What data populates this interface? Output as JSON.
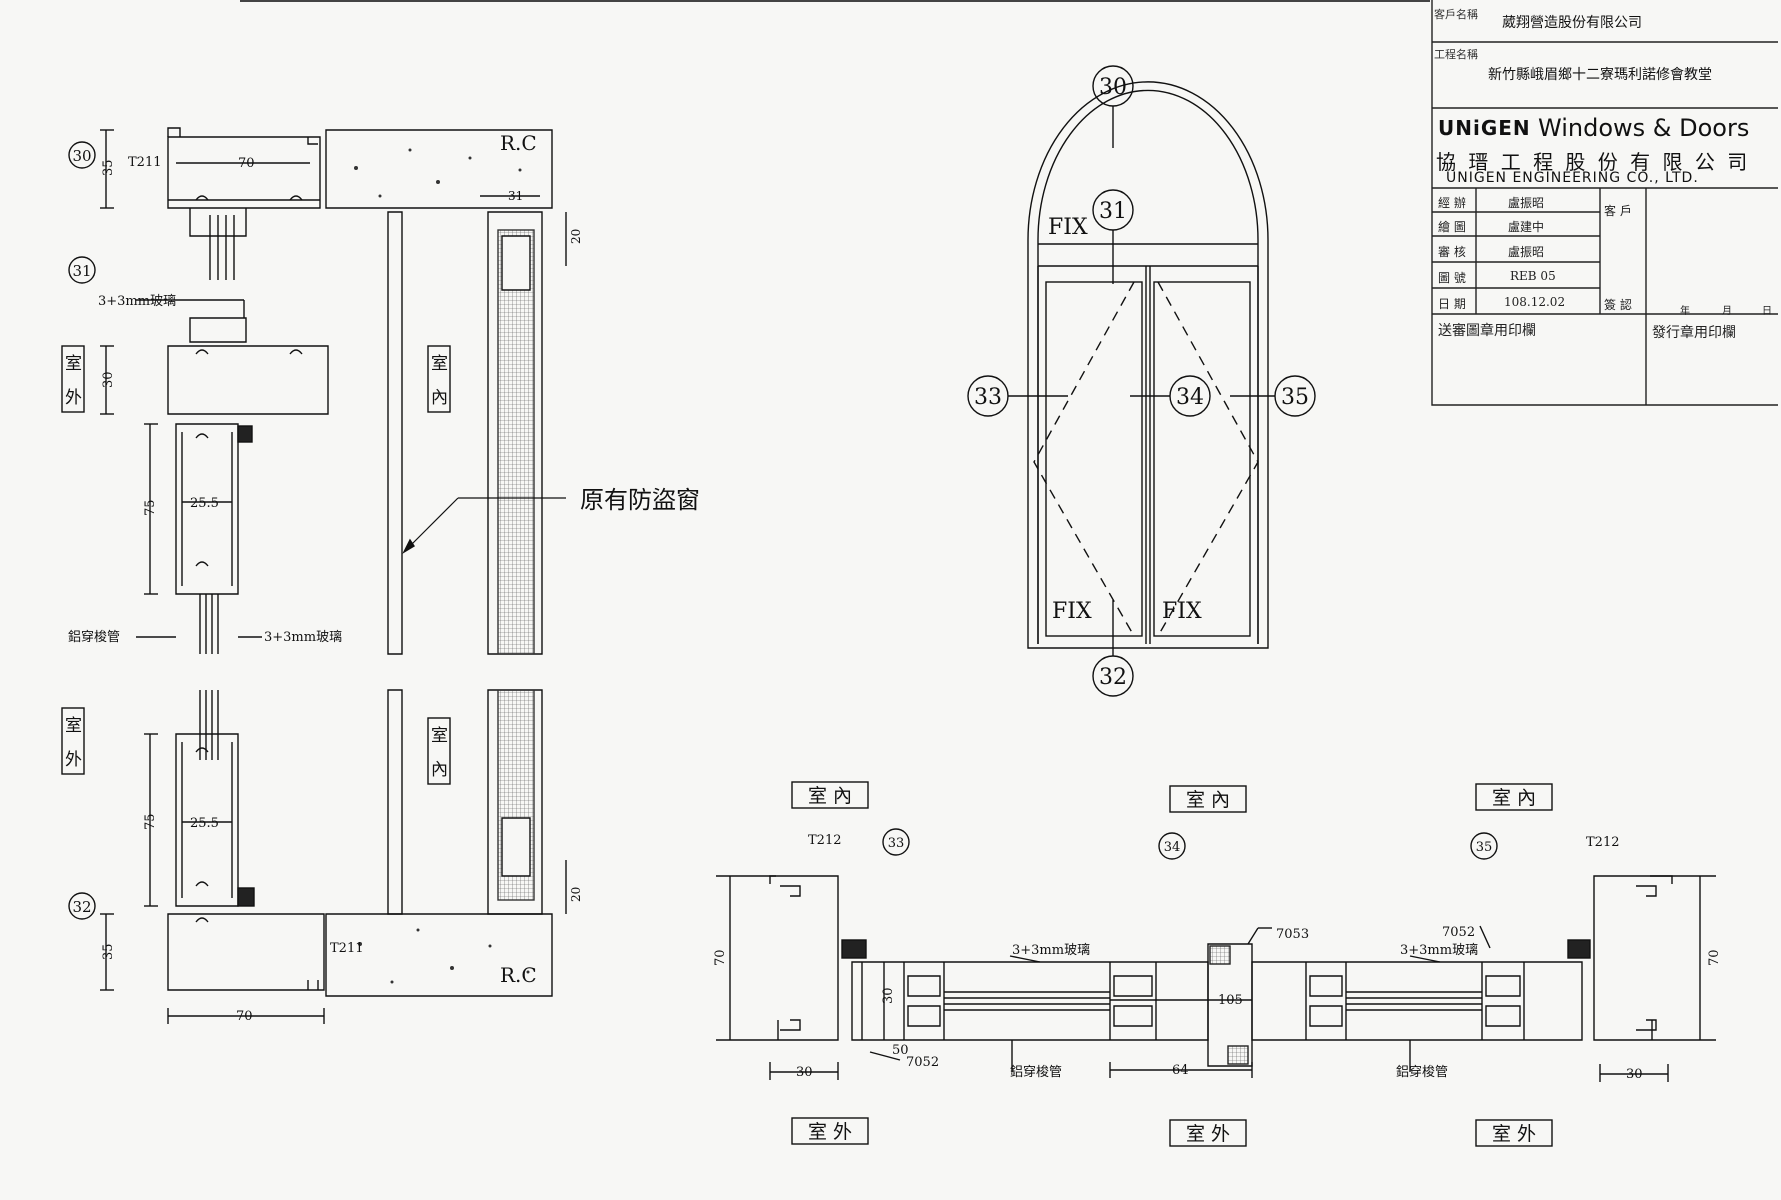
{
  "title_block": {
    "client_label": "客戶名稱",
    "client_value": "葳翔營造股份有限公司",
    "project_label": "工程名稱",
    "project_value": "新竹縣峨眉鄉十二寮瑪利諾修會教堂",
    "brand_logo": "UNiGEN",
    "brand_tag": "Windows & Doors",
    "company_cn": "協 瑨 工 程 股 份 有 限 公 司",
    "company_en": "UNIGEN ENGINEERING CO., LTD.",
    "rows": [
      {
        "label": "經 辦",
        "value": "盧振昭"
      },
      {
        "label": "繪 圖",
        "value": "盧建中"
      },
      {
        "label": "審 核",
        "value": "盧振昭"
      },
      {
        "label": "圖 號",
        "value": "REB 05"
      },
      {
        "label": "日 期",
        "value": "108.12.02"
      }
    ],
    "customer_label": "客 戶",
    "sign_label": "簽 認",
    "date_fields": {
      "year": "年",
      "month": "月",
      "day": "日"
    },
    "stamp_review": "送審圖章用印欄",
    "stamp_issue": "發行章用印欄"
  },
  "section_left": {
    "callouts": [
      "30",
      "31",
      "32"
    ],
    "outdoor": "室\n外",
    "indoor": "室\n內",
    "rc": "R.C",
    "profile_top": "T211",
    "profile_bottom": "T211",
    "glass_top": "3+3mm玻璃",
    "glass_bottom": "3+3mm玻璃",
    "mullion_tube": "鋁穿梭管",
    "original_guard": "原有防盜窗",
    "dims": {
      "d70": "70",
      "d35": "35",
      "d30": "30",
      "d75": "75",
      "d255": "25.5",
      "d31": "31",
      "d20": "20"
    }
  },
  "elevation": {
    "callouts": [
      "30",
      "31",
      "32",
      "33",
      "34",
      "35"
    ],
    "fix_top": "FIX",
    "fix_left": "FIX",
    "fix_right": "FIX"
  },
  "plan_section": {
    "indoor": "室 內",
    "outdoor": "室 外",
    "callouts": [
      "33",
      "34",
      "35"
    ],
    "profile_left": "T212",
    "profile_right": "T212",
    "glass_left": "3+3mm玻璃",
    "glass_right": "3+3mm玻璃",
    "tube_left": "鋁穿梭管",
    "tube_right": "鋁穿梭管",
    "part_7053": "7053",
    "part_7052_left": "7052",
    "part_7052_right": "7052",
    "dims": {
      "d70": "70",
      "d30": "30",
      "d50": "50",
      "d64": "64",
      "d105": "105"
    }
  }
}
